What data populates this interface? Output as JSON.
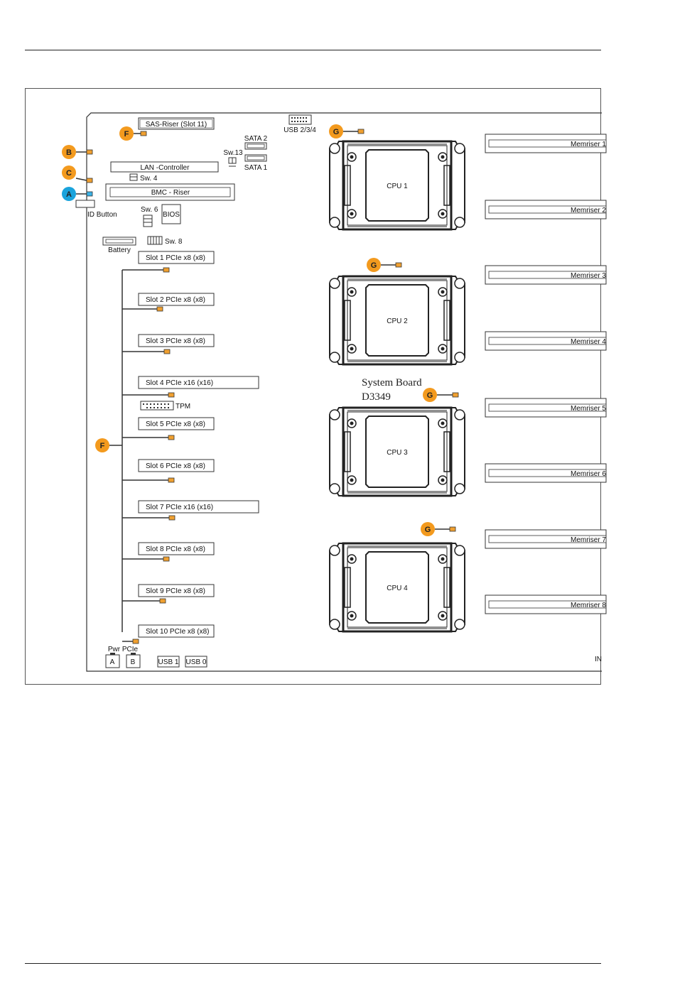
{
  "board": {
    "title": "System Board",
    "model": "D3349",
    "edge_mark": "IN"
  },
  "components": {
    "sas_riser": "SAS-Riser (Slot 11)",
    "usb234": "USB 2/3/4",
    "sata2": "SATA 2",
    "sata1": "SATA 1",
    "sw13": "Sw.13",
    "lan": "LAN -Controller",
    "sw4": "Sw. 4",
    "bmc": "BMC - Riser",
    "id_button": "ID Button",
    "sw6": "Sw. 6",
    "bios": "BIOS",
    "battery": "Battery",
    "sw8": "Sw. 8",
    "tpm": "TPM",
    "pwr_pcie": "Pwr PCIe",
    "pwr_a": "A",
    "pwr_b": "B",
    "usb1": "USB 1",
    "usb0": "USB 0"
  },
  "slots": [
    "Slot 1   PCIe x8 (x8)",
    "Slot 2   PCIe x8 (x8)",
    "Slot 3   PCIe x8 (x8)",
    "Slot 4   PCIe x16 (x16)",
    "Slot 5   PCIe x8 (x8)",
    "Slot 6   PCIe x8 (x8)",
    "Slot 7   PCIe x16 (x16)",
    "Slot 8   PCIe x8 (x8)",
    "Slot 9   PCIe x8 (x8)",
    "Slot 10  PCIe x8 (x8)"
  ],
  "cpus": [
    "CPU 1",
    "CPU 2",
    "CPU 3",
    "CPU 4"
  ],
  "memrisers": [
    "Memriser 1",
    "Memriser 2",
    "Memriser 3",
    "Memriser 4",
    "Memriser 5",
    "Memriser 6",
    "Memriser 7",
    "Memriser 8"
  ],
  "markers": {
    "A": "A",
    "B": "B",
    "C": "C",
    "F": "F",
    "G": "G"
  },
  "colors": {
    "orange": "#f39a1e",
    "blue": "#1aa3dc",
    "led_orange": "#f0a030",
    "led_blue": "#3bb2e6"
  }
}
